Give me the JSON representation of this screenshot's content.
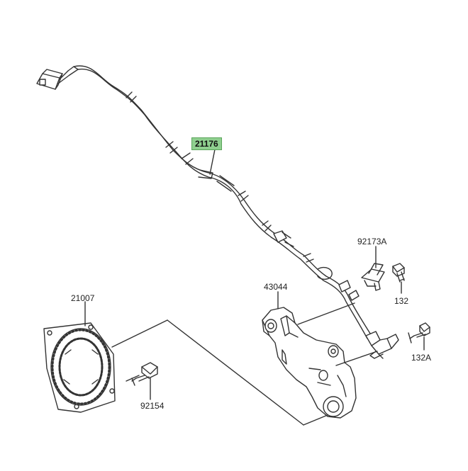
{
  "parts": {
    "harness": "21176",
    "clip": "92173A",
    "bracket": "43044",
    "bolt_clip": "132",
    "bolt_sensor": "132A",
    "rotor": "21007",
    "rotor_bolt": "92154"
  },
  "colors": {
    "highlight": "#8fcf8f",
    "line": "#333333"
  }
}
